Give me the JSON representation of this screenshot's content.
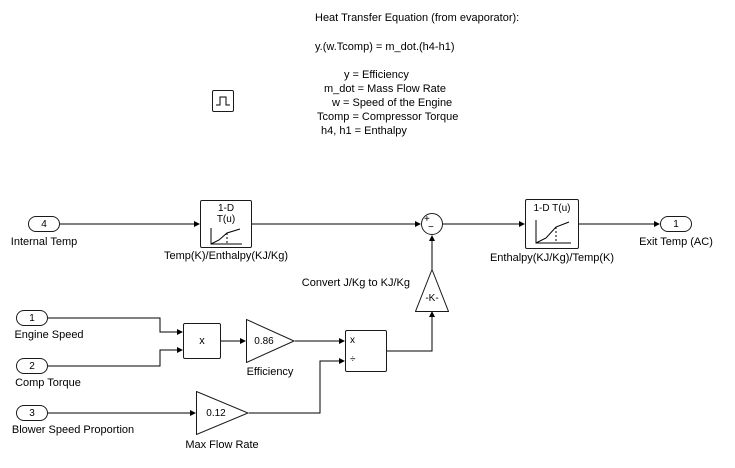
{
  "annotation": {
    "title": "Heat Transfer Equation (from evaporator):",
    "equation": "y.(w.Tcomp) = m_dot.(h4-h1)",
    "legend": [
      "y = Efficiency",
      "m_dot = Mass Flow Rate",
      "w = Speed of the Engine",
      "Tcomp = Compressor Torque",
      "h4, h1 = Enthalpy"
    ]
  },
  "ports": {
    "internal_temp": {
      "number": "4",
      "label": "Internal Temp"
    },
    "engine_speed": {
      "number": "1",
      "label": "Engine Speed"
    },
    "comp_torque": {
      "number": "2",
      "label": "Comp Torque"
    },
    "blower_speed": {
      "number": "3",
      "label": "Blower Speed Proportion"
    },
    "exit_temp": {
      "number": "1",
      "label": "Exit Temp (AC)"
    }
  },
  "blocks": {
    "lookup_temp_to_enthalpy": {
      "line1": "1-D",
      "line2": "T(u)",
      "label": "Temp(K)/Enthalpy(KJ/Kg)"
    },
    "lookup_enthalpy_to_temp": {
      "line1": "1-D T(u)",
      "label": "Enthalpy(KJ/Kg)/Temp(K)"
    },
    "sum": {
      "plus": "+",
      "minus": "−"
    },
    "product": {
      "op": "x"
    },
    "gain_efficiency": {
      "value": "0.86",
      "label": "Efficiency"
    },
    "divide": {
      "op_multiply": "x",
      "op_divide": "÷"
    },
    "gain_convert": {
      "value": "-K-",
      "label": "Convert J/Kg to KJ/Kg"
    },
    "gain_max_flow": {
      "value": "0.12",
      "label": "Max Flow Rate"
    }
  }
}
